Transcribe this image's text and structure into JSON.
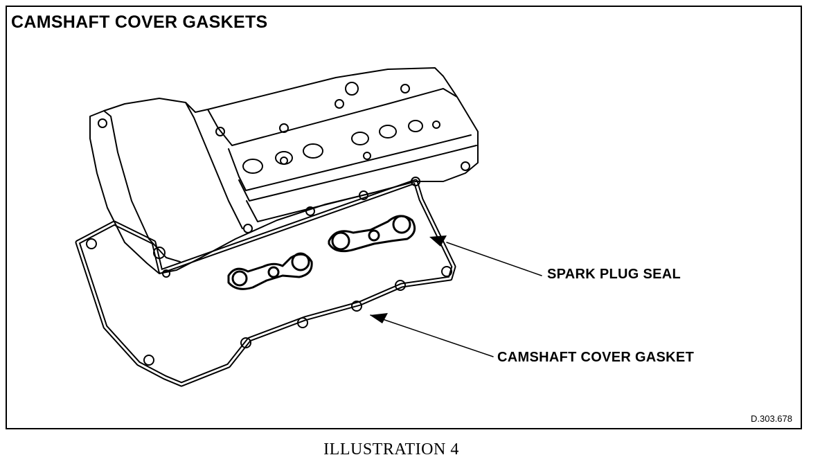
{
  "figure": {
    "title": "CAMSHAFT COVER GASKETS",
    "callouts": {
      "spark_plug_seal": "SPARK PLUG SEAL",
      "camshaft_cover_gasket": "CAMSHAFT COVER GASKET"
    },
    "drawing_code": "D.303.678"
  },
  "caption": "ILLUSTRATION 4"
}
